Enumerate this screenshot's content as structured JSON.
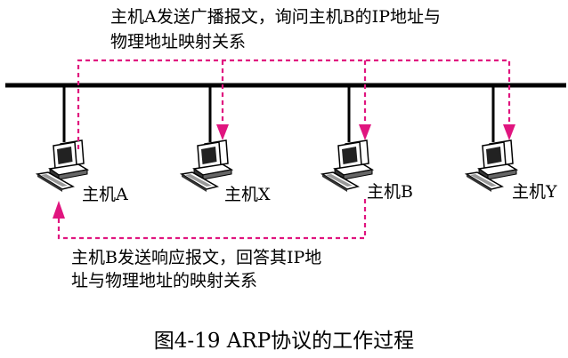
{
  "broadcast_note": {
    "line1": "主机A发送广播报文，询问主机B的IP地址与",
    "line2": "物理地址映射关系"
  },
  "reply_note": {
    "line1": "主机B发送响应报文，回答其IP地",
    "line2": "址与物理地址的映射关系"
  },
  "hosts": {
    "a": "主机A",
    "x": "主机X",
    "b": "主机B",
    "y": "主机Y"
  },
  "caption": "图4-19  ARP协议的工作过程",
  "colors": {
    "arrow": "#e0157f",
    "line": "#000000"
  }
}
